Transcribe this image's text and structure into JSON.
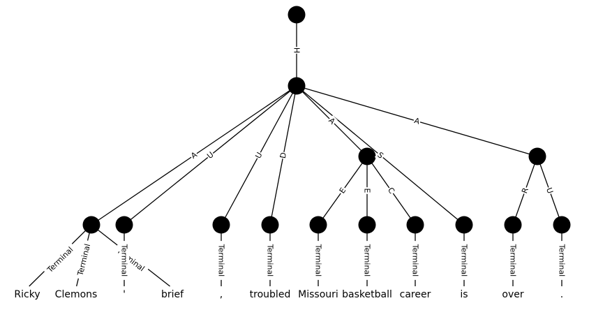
{
  "nodes": [
    {
      "id": "root"
    },
    {
      "id": "main"
    },
    {
      "id": "n_ae"
    },
    {
      "id": "n_a2"
    },
    {
      "id": "n_ricky"
    },
    {
      "id": "t_possess"
    },
    {
      "id": "t_comma"
    },
    {
      "id": "t_troubled"
    },
    {
      "id": "t_missouri"
    },
    {
      "id": "t_basketball"
    },
    {
      "id": "t_career"
    },
    {
      "id": "t_is"
    },
    {
      "id": "t_over"
    },
    {
      "id": "t_period"
    }
  ],
  "edges": [
    {
      "from": "root",
      "to": "main",
      "label": "H"
    },
    {
      "from": "main",
      "to": "n_ricky",
      "label": "A"
    },
    {
      "from": "main",
      "to": "t_possess",
      "label": "U"
    },
    {
      "from": "main",
      "to": "t_comma",
      "label": "U"
    },
    {
      "from": "main",
      "to": "t_troubled",
      "label": "D"
    },
    {
      "from": "main",
      "to": "n_ae",
      "label": "A"
    },
    {
      "from": "main",
      "to": "t_is",
      "label": "S"
    },
    {
      "from": "main",
      "to": "n_a2",
      "label": "A"
    },
    {
      "from": "n_ae",
      "to": "t_missouri",
      "label": "E"
    },
    {
      "from": "n_ae",
      "to": "t_basketball",
      "label": "E"
    },
    {
      "from": "n_ae",
      "to": "t_career",
      "label": "C"
    },
    {
      "from": "n_a2",
      "to": "t_over",
      "label": "R"
    },
    {
      "from": "n_a2",
      "to": "t_period",
      "label": "U"
    }
  ],
  "ricky_children": [
    {
      "word": "Ricky",
      "label": "Terminal"
    },
    {
      "word": "Clemons",
      "label": "Terminal"
    },
    {
      "word": "brief",
      "label": "Terminal"
    }
  ],
  "terminals": [
    {
      "node": "t_possess",
      "word": "'",
      "label": "Terminal"
    },
    {
      "node": "t_comma",
      "word": ",",
      "label": "Terminal"
    },
    {
      "node": "t_troubled",
      "word": "troubled",
      "label": "Terminal"
    },
    {
      "node": "t_missouri",
      "word": "Missouri",
      "label": "Terminal"
    },
    {
      "node": "t_basketball",
      "word": "basketball",
      "label": "Terminal"
    },
    {
      "node": "t_career",
      "word": "career",
      "label": "Terminal"
    },
    {
      "node": "t_is",
      "word": "is",
      "label": "Terminal"
    },
    {
      "node": "t_over",
      "word": "over",
      "label": "Terminal"
    },
    {
      "node": "t_period",
      "word": ".",
      "label": "Terminal"
    }
  ]
}
